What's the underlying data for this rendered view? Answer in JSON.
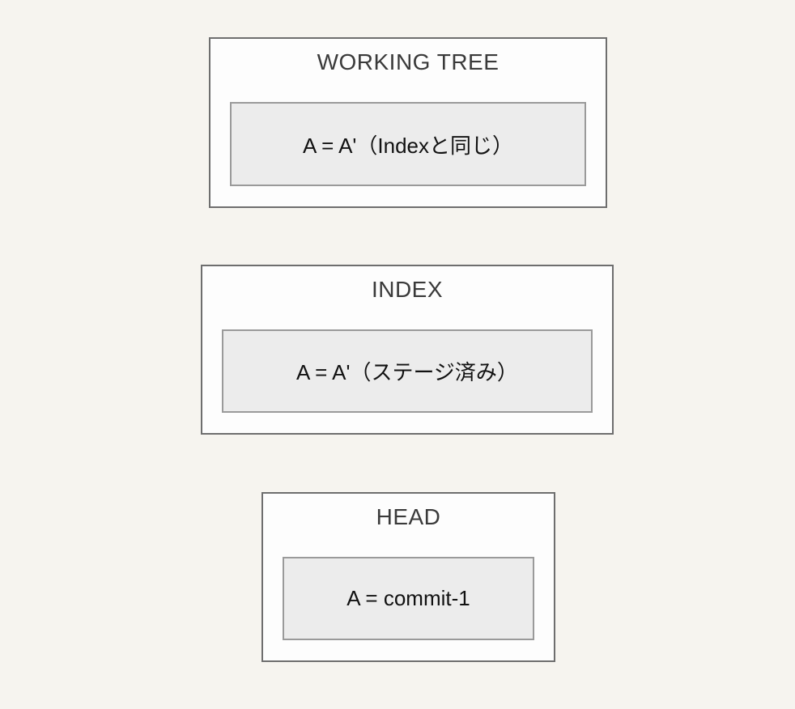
{
  "page": {
    "background_color": "#f6f4ef"
  },
  "diagram": {
    "colors": {
      "outer_box_fill": "#fdfdfd",
      "outer_box_border": "#6e6e6e",
      "inner_box_fill": "#ececec",
      "inner_box_border": "#9a9a9a",
      "title_text": "#3a3a3a",
      "content_text": "#111111"
    },
    "boxes": [
      {
        "title": "WORKING TREE",
        "content": "A = A'（Indexと同じ）"
      },
      {
        "title": "INDEX",
        "content": "A = A'（ステージ済み）"
      },
      {
        "title": "HEAD",
        "content": "A = commit-1"
      }
    ]
  }
}
